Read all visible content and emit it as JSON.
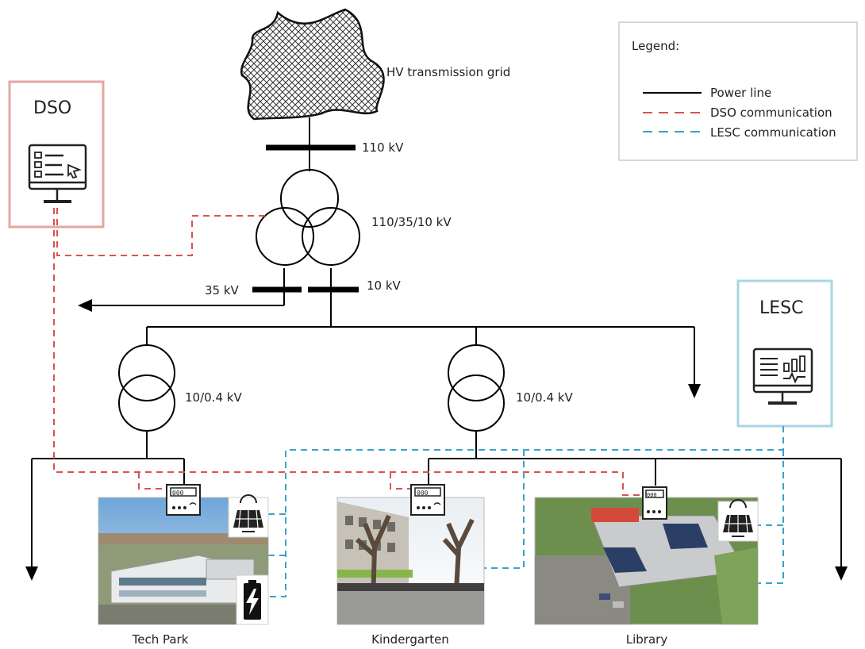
{
  "grid": {
    "label": "HV transmission grid"
  },
  "voltages": {
    "bus_110": "110 kV",
    "transformer_main": "110/35/10 kV",
    "bus_35": "35 kV",
    "bus_10": "10 kV",
    "transformer_left": "10/0.4 kV",
    "transformer_right": "10/0.4 kV"
  },
  "dso": {
    "label": "DSO"
  },
  "lesc": {
    "label": "LESC"
  },
  "legend": {
    "title": "Legend:",
    "items": [
      {
        "label": "Power line",
        "color": "#000000",
        "style": "solid"
      },
      {
        "label": "DSO communication",
        "color": "#d9534f",
        "style": "dashed"
      },
      {
        "label": "LESC communication",
        "color": "#3aa3c4",
        "style": "dashed"
      }
    ]
  },
  "sites": [
    {
      "label": "Tech Park",
      "icons": [
        "smart-meter-icon",
        "solar-panel-icon",
        "battery-icon"
      ]
    },
    {
      "label": "Kindergarten",
      "icons": [
        "smart-meter-icon"
      ]
    },
    {
      "label": "Library",
      "icons": [
        "smart-meter-icon",
        "solar-panel-icon"
      ]
    }
  ],
  "colors": {
    "power": "#000000",
    "dso": "#d9534f",
    "lesc": "#3aa3c4",
    "dso_box": "#e3a7a1",
    "lesc_box": "#a6d6e2"
  }
}
